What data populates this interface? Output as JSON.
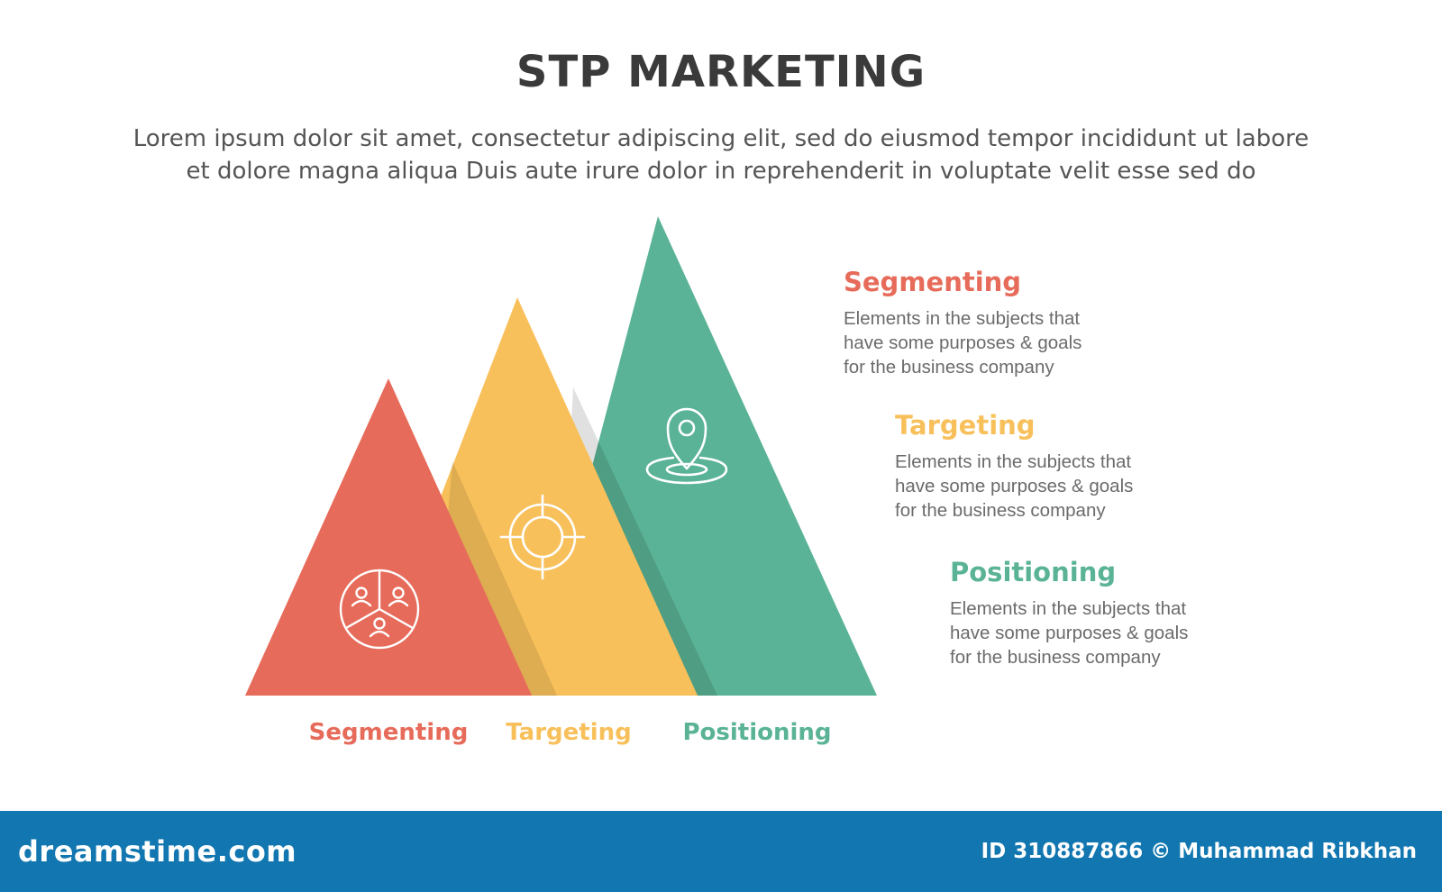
{
  "header": {
    "title": "STP MARKETING",
    "subtitle_line1": "Lorem ipsum dolor sit amet, consectetur adipiscing elit, sed do eiusmod tempor incididunt ut labore",
    "subtitle_line2": "et dolore magna aliqua Duis aute irure dolor in reprehenderit in voluptate velit esse sed do"
  },
  "colors": {
    "segmenting": "#e76b5a",
    "targeting": "#f8c05b",
    "positioning": "#5ab396",
    "footer": "#1277b0"
  },
  "stages": [
    {
      "name": "Segmenting",
      "icon": "segment-people-icon",
      "desc_line1": "Elements in the subjects that",
      "desc_line2": "have  some purposes & goals",
      "desc_line3": "for the  business company"
    },
    {
      "name": "Targeting",
      "icon": "crosshair-target-icon",
      "desc_line1": "Elements in the subjects that",
      "desc_line2": "have  some purposes & goals",
      "desc_line3": "for the  business company"
    },
    {
      "name": "Positioning",
      "icon": "location-pin-icon",
      "desc_line1": "Elements in the subjects that",
      "desc_line2": "have  some purposes & goals",
      "desc_line3": "for the  business company"
    }
  ],
  "footer": {
    "brand": "dreamstime.com",
    "credit": "ID 310887866 © Muhammad Ribkhan"
  }
}
